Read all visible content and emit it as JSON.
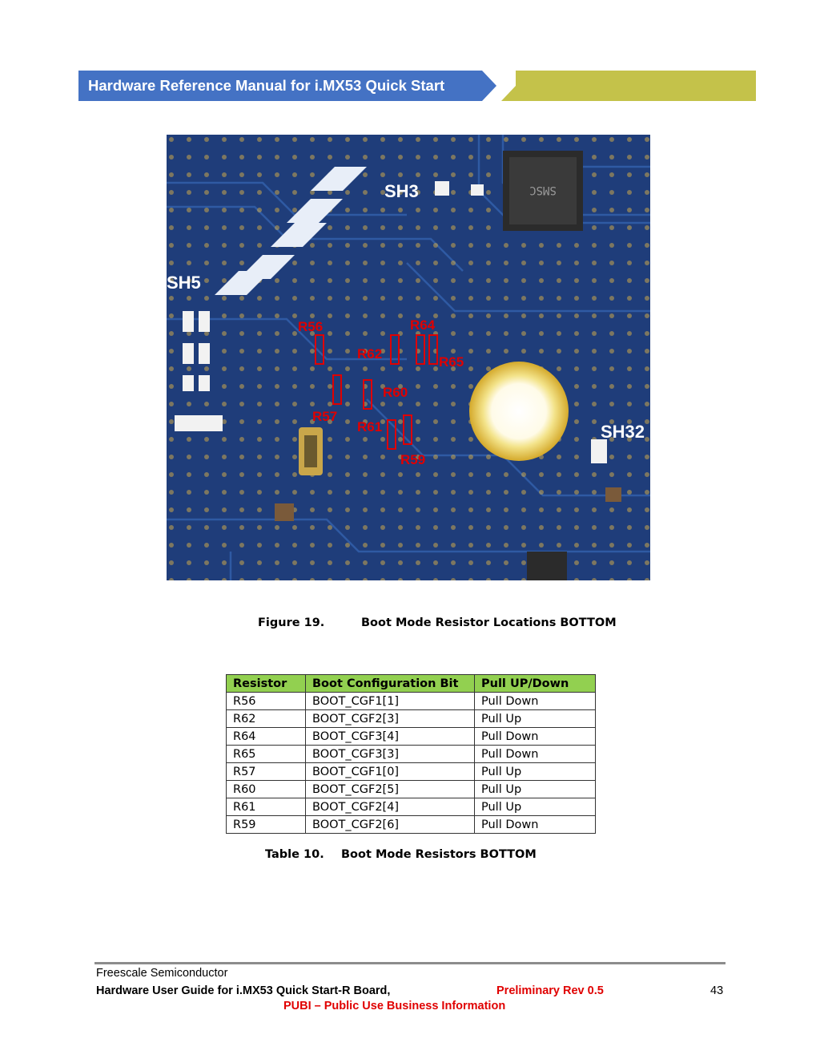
{
  "header": {
    "title": "Hardware Reference Manual for i.MX53 Quick Start"
  },
  "figure": {
    "number": "Figure 19.",
    "title": "Boot Mode Resistor Locations BOTTOM",
    "board_labels": {
      "sh3": "SH3",
      "sh5": "SH5",
      "sh32": "SH32",
      "chip": "SMSC"
    },
    "annotations": {
      "r56": "R56",
      "r64": "R64",
      "r62": "R62",
      "r65": "R65",
      "r60": "R60",
      "r57": "R57",
      "r61": "R61",
      "r59": "R59"
    }
  },
  "table": {
    "headers": [
      "Resistor",
      "Boot Configuration Bit",
      "Pull UP/Down"
    ],
    "rows": [
      [
        "R56",
        "BOOT_CGF1[1]",
        "Pull Down"
      ],
      [
        "R62",
        "BOOT_CGF2[3]",
        "Pull Up"
      ],
      [
        "R64",
        "BOOT_CGF3[4]",
        "Pull Down"
      ],
      [
        "R65",
        "BOOT_CGF3[3]",
        "Pull Down"
      ],
      [
        "R57",
        "BOOT_CGF1[0]",
        "Pull Up"
      ],
      [
        "R60",
        "BOOT_CGF2[5]",
        "Pull Up"
      ],
      [
        "R61",
        "BOOT_CGF2[4]",
        "Pull Up"
      ],
      [
        "R59",
        "BOOT_CGF2[6]",
        "Pull Down"
      ]
    ],
    "caption_number": "Table 10.",
    "caption_title": "Boot Mode Resistors BOTTOM"
  },
  "footer": {
    "company": "Freescale Semiconductor",
    "guide": "Hardware User Guide for i.MX53 Quick Start-R Board,",
    "revision": "Preliminary Rev 0.5",
    "page": "43",
    "classification": "PUBI – Public Use Business Information"
  },
  "colors": {
    "header_blue": "#4472c4",
    "header_olive": "#c4c24a",
    "table_header_green": "#92d050",
    "pcb_blue": "#1f3d7a",
    "annotation_red": "#e00000"
  }
}
